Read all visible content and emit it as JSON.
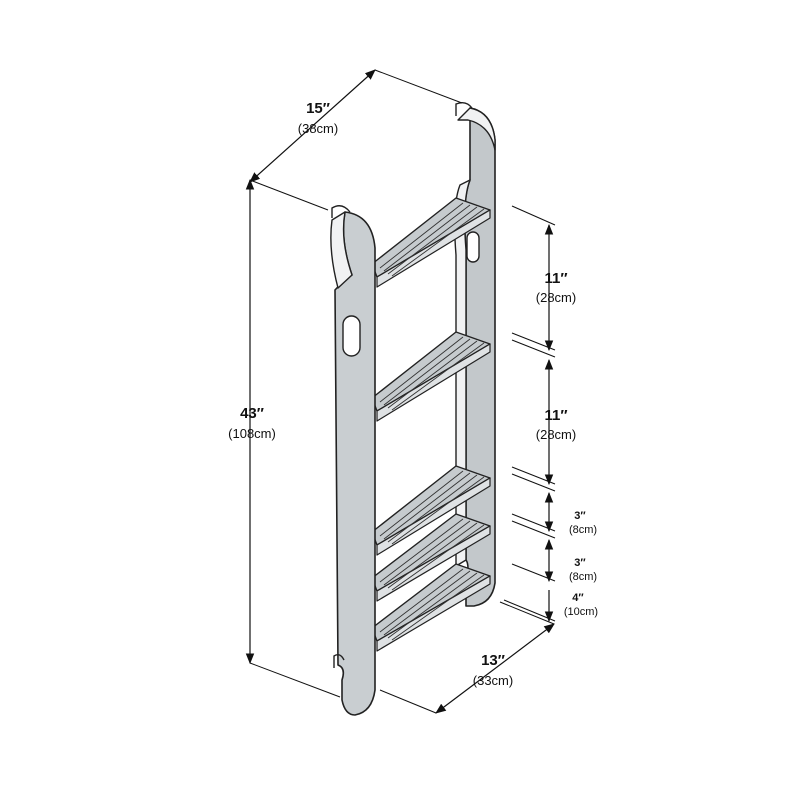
{
  "dimensions": {
    "width": {
      "imperial": "15″",
      "metric": "(38cm)"
    },
    "height": {
      "imperial": "43″",
      "metric": "(108cm)"
    },
    "depth": {
      "imperial": "13″",
      "metric": "(33cm)"
    },
    "shelf_gap_1": {
      "imperial": "11″",
      "metric": "(28cm)"
    },
    "shelf_gap_2": {
      "imperial": "11″",
      "metric": "(28cm)"
    },
    "shelf_gap_3": {
      "imperial": "3″",
      "metric": "(8cm)"
    },
    "shelf_gap_4": {
      "imperial": "3″",
      "metric": "(8cm)"
    },
    "bottom_gap": {
      "imperial": "4″",
      "metric": "(10cm)"
    }
  }
}
